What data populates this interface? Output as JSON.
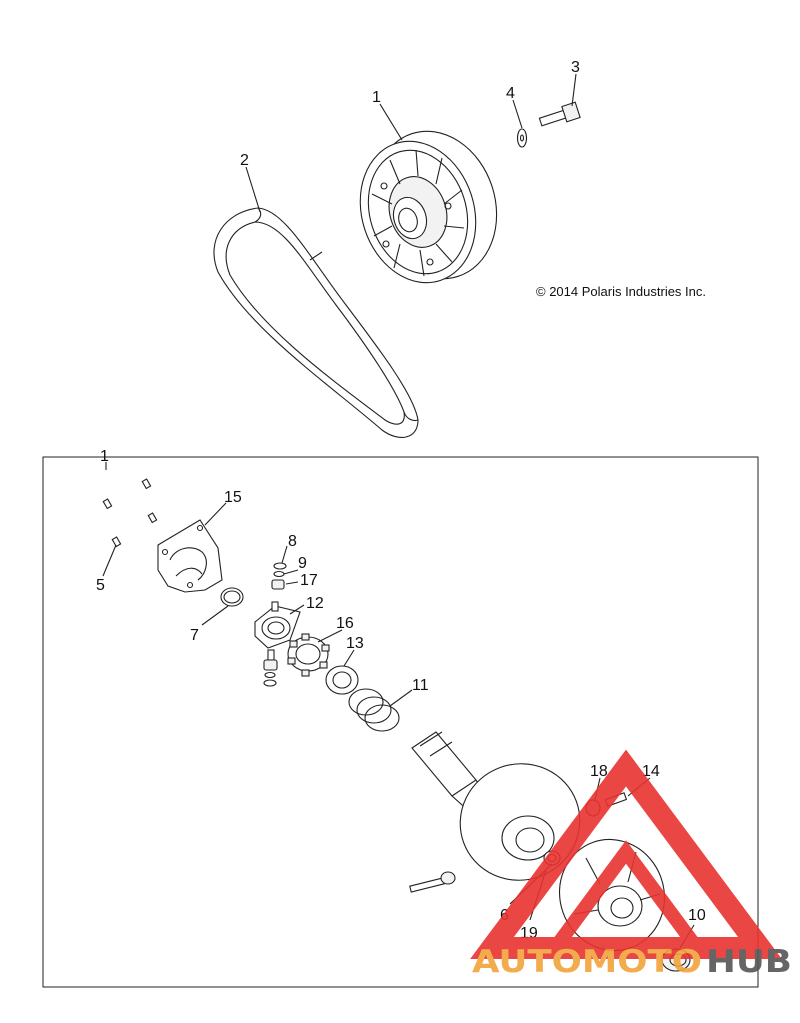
{
  "copyright": "© 2014 Polaris Industries Inc.",
  "watermark": {
    "text_left": "AUTOMOTO",
    "text_right": "HUB",
    "color_red": "#e8322f",
    "color_orange": "#f2a43a",
    "color_gray": "#555555"
  },
  "callouts": {
    "c1_top": "1",
    "c2": "2",
    "c3": "3",
    "c4": "4",
    "c1_box": "1",
    "c15": "15",
    "c5": "5",
    "c8": "8",
    "c9": "9",
    "c17": "17",
    "c12": "12",
    "c7": "7",
    "c16": "16",
    "c13": "13",
    "c11": "11",
    "c18": "18",
    "c14": "14",
    "c6": "6",
    "c19": "19",
    "c10": "10"
  }
}
